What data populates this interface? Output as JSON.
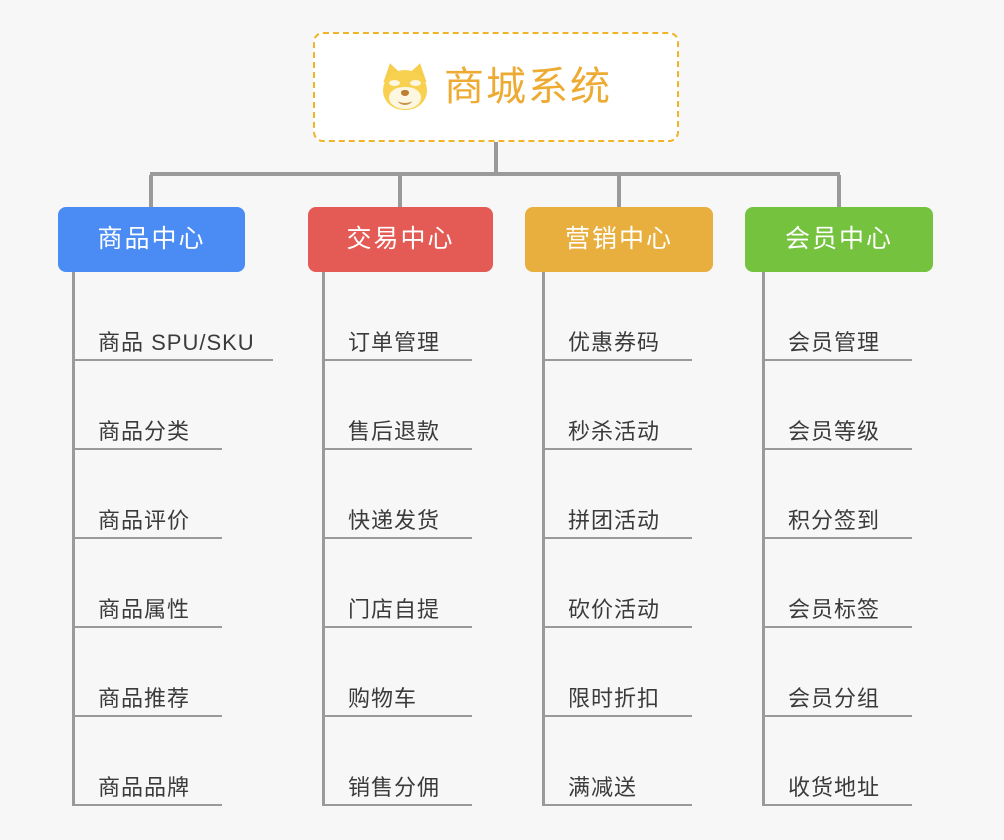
{
  "background_color": "#f7f7f7",
  "root": {
    "title": "商城系统",
    "icon": "shiba-dog-icon",
    "text_color": "#edab33",
    "border_color": "#f0b429",
    "background_color": "#ffffff"
  },
  "connector_color": "#9a9a9a",
  "branches": [
    {
      "label": "商品中心",
      "color": "#4a8cf4",
      "items": [
        "商品 SPU/SKU",
        "商品分类",
        "商品评价",
        "商品属性",
        "商品推荐",
        "商品品牌"
      ]
    },
    {
      "label": "交易中心",
      "color": "#e45b55",
      "items": [
        "订单管理",
        "售后退款",
        "快递发货",
        "门店自提",
        "购物车",
        "销售分佣"
      ]
    },
    {
      "label": "营销中心",
      "color": "#e8ae3e",
      "items": [
        "优惠券码",
        "秒杀活动",
        "拼团活动",
        "砍价活动",
        "限时折扣",
        "满减送"
      ]
    },
    {
      "label": "会员中心",
      "color": "#74c23e",
      "items": [
        "会员管理",
        "会员等级",
        "积分签到",
        "会员标签",
        "会员分组",
        "收货地址"
      ]
    }
  ]
}
